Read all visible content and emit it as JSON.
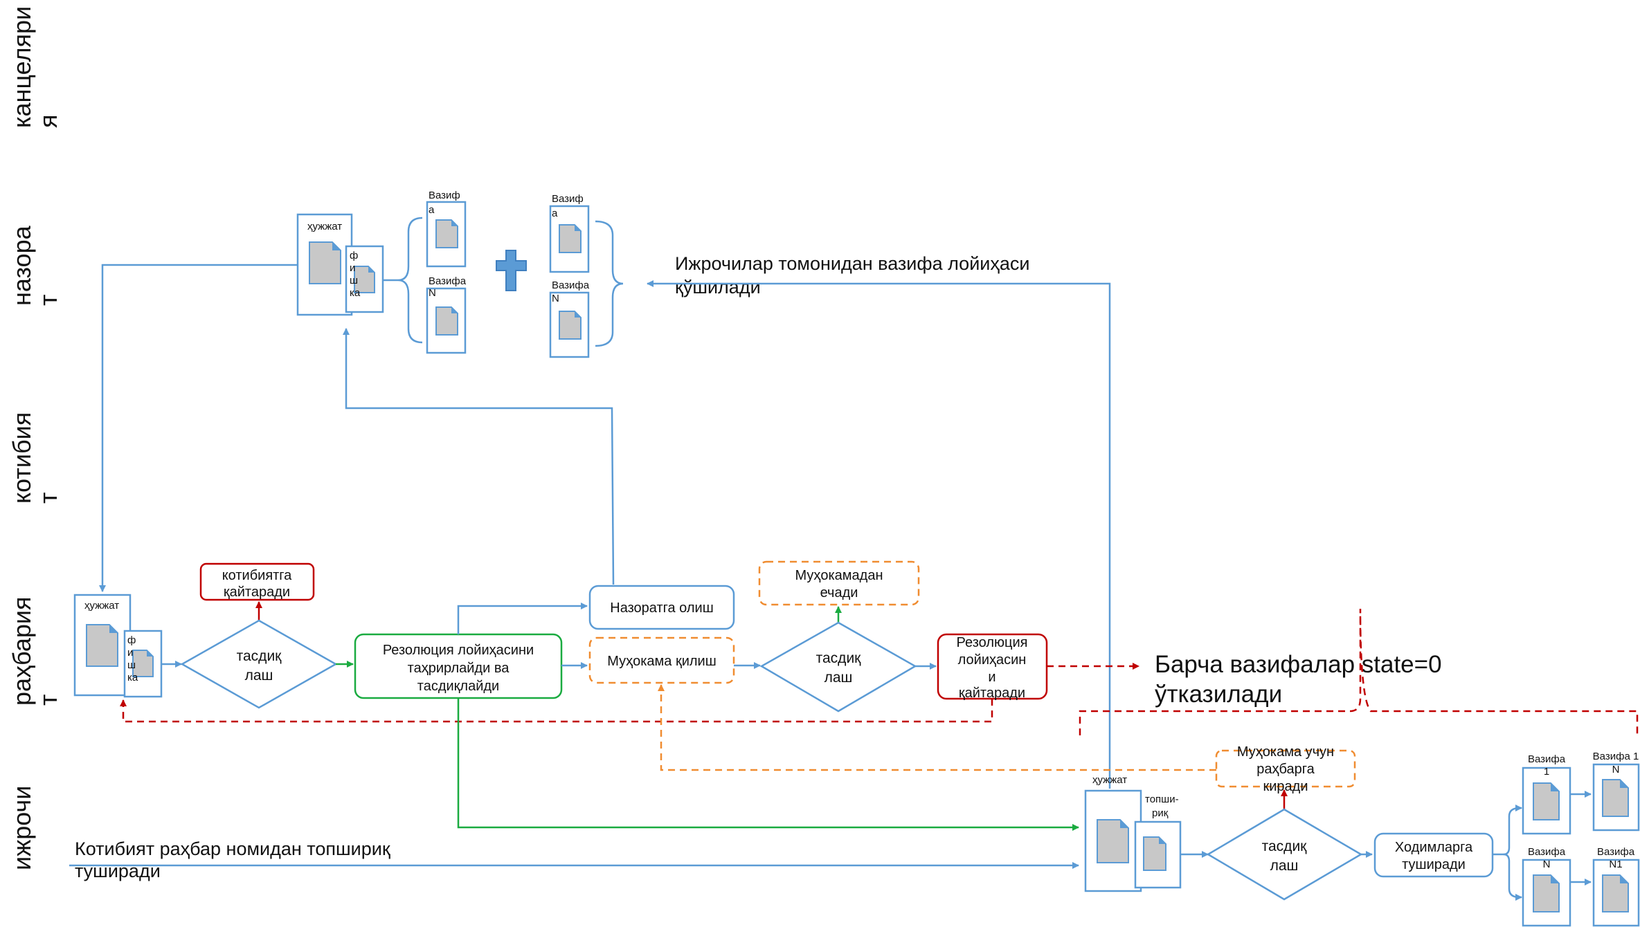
{
  "lanes": {
    "kanceliariya_line1": "канцеляри",
    "kanceliariya_line2": "я",
    "nazorat_line1": "назора",
    "nazorat_line2": "т",
    "kotibiyat_line1": "котибия",
    "kotibiyat_line2": "т",
    "rahbariyat_line1": "раҳбария",
    "rahbariyat_line2": "т",
    "ijrochi": "ижрочи"
  },
  "nazorat": {
    "doc_label": "ҳужжат",
    "fishka": [
      "ф",
      "и",
      "ш",
      "ка"
    ],
    "task_a_line1": "Вазиф",
    "task_a_line2": "а",
    "task_n_line1": "Вазифа",
    "task_n_line2": "N",
    "plus_icon": "plus-icon",
    "note_line1": "Ижрочилар томонидан вазифа лойиҳаси",
    "note_line2": "қўшилади"
  },
  "rahbariyat": {
    "doc_label": "ҳужжат",
    "fishka": [
      "ф",
      "и",
      "ш",
      "ка"
    ],
    "return_kotibiyat_line1": "котибиятга",
    "return_kotibiyat_line2": "қайтаради",
    "approve_line1": "тасдиқ",
    "approve_line2": "лаш",
    "resolution_edit_line1": "Резолюция лойиҳасини",
    "resolution_edit_line2": "таҳрирлайди ва",
    "resolution_edit_line3": "тасдиқлайди",
    "take_control": "Назоратга олиш",
    "discussion": "Муҳокама қилиш",
    "exit_discussion_line1": "Муҳокамадан",
    "exit_discussion_line2": "ечади",
    "approve2_line1": "тасдиқ",
    "approve2_line2": "лаш",
    "resolution_return_line1": "Резолюция",
    "resolution_return_line2": "лойиҳасин",
    "resolution_return_line3": "и",
    "resolution_return_line4": "қайтаради",
    "all_tasks_line1_a": "Барча вазифалар ",
    "all_tasks_line1_b": "state=0",
    "all_tasks_line2": "ўтказилади"
  },
  "ijrochi": {
    "kotibiyat_task_line1": "Котибият раҳбар номидан топшириқ",
    "kotibiyat_task_line2": "туширади",
    "doc_label": "ҳужжат",
    "topshiriq_line1": "топши-",
    "topshiriq_line2": "риқ",
    "discussion_enter_line1": "Муҳокама учун",
    "discussion_enter_line2": "раҳбарга",
    "discussion_enter_line3": "киради",
    "approve_line1": "тасдиқ",
    "approve_line2": "лаш",
    "to_staff_line1": "Ходимларга",
    "to_staff_line2": "туширади",
    "task1_label_line1": "Вазифа",
    "task1_label_line2": "1",
    "task11_label_line1": "Вазифа 1",
    "task11_label_line2": "N",
    "taskN_label_line1": "Вазифа",
    "taskN_label_line2": "N",
    "taskN1_label_line1": "Вазифа",
    "taskN1_label_line2": "N1"
  },
  "colors": {
    "flow_blue": "#5b9bd5",
    "approve_green": "#1aab40",
    "return_red": "#c00000",
    "discussion_orange": "#f08c30",
    "doc_gray": "#c8c8c8"
  }
}
